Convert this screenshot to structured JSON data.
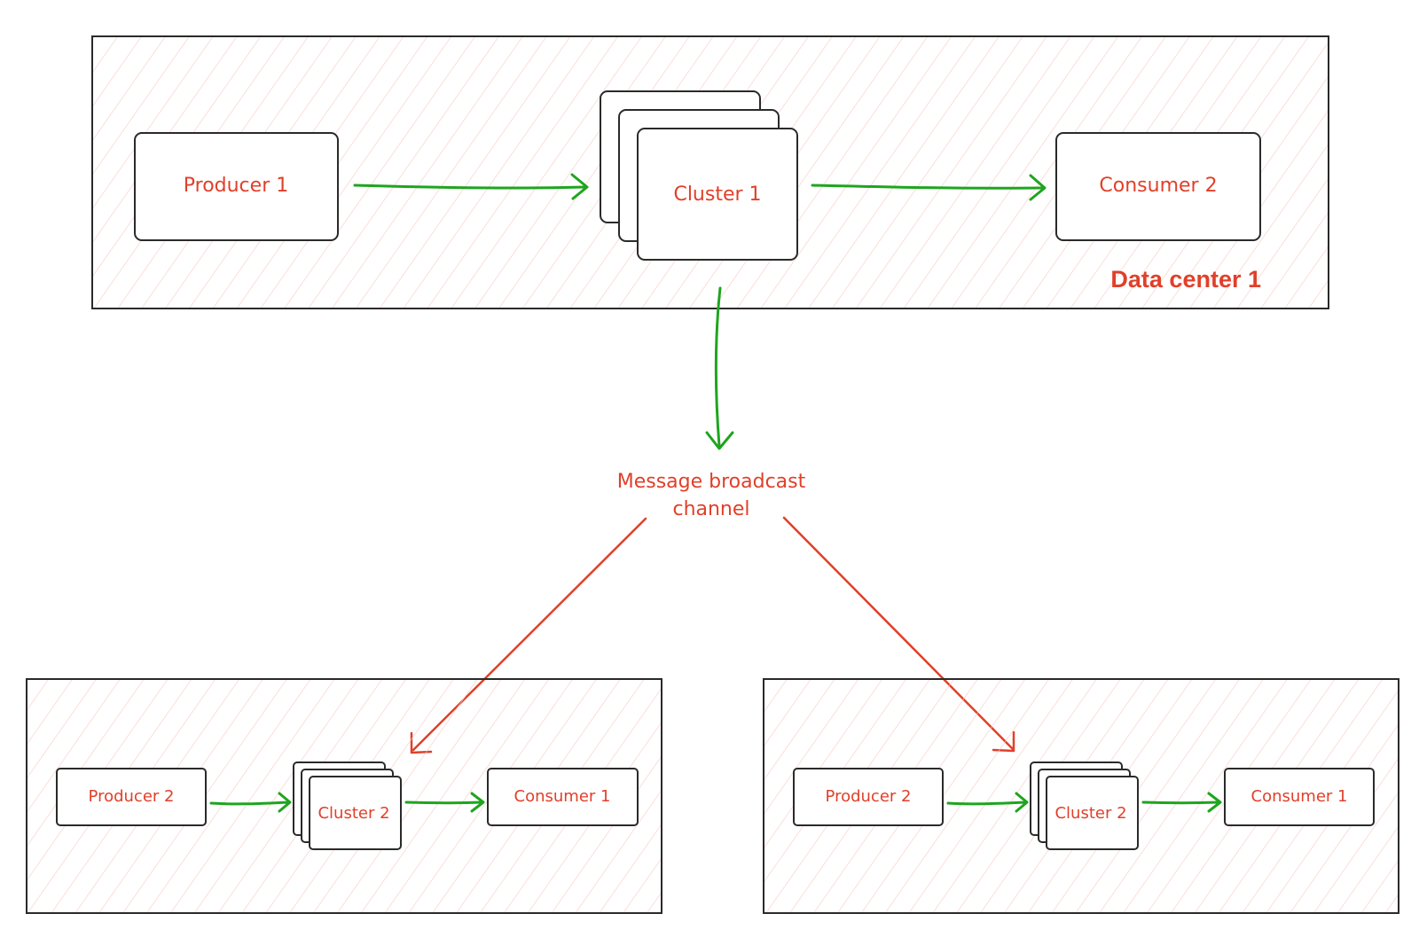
{
  "data_center_1": {
    "title": "Data center 1",
    "producer": "Producer 1",
    "cluster": "Cluster 1",
    "consumer": "Consumer 2"
  },
  "broadcast": {
    "line1": "Message broadcast",
    "line2": "channel"
  },
  "data_center_left": {
    "producer": "Producer 2",
    "cluster": "Cluster 2",
    "consumer": "Consumer 1"
  },
  "data_center_right": {
    "producer": "Producer 2",
    "cluster": "Cluster 2",
    "consumer": "Consumer 1"
  },
  "colors": {
    "label": "#e0402a",
    "arrow_green": "#1ea51e",
    "arrow_red": "#e0402a",
    "border": "#2a2a2a",
    "hatch": "#f6c9c2"
  }
}
